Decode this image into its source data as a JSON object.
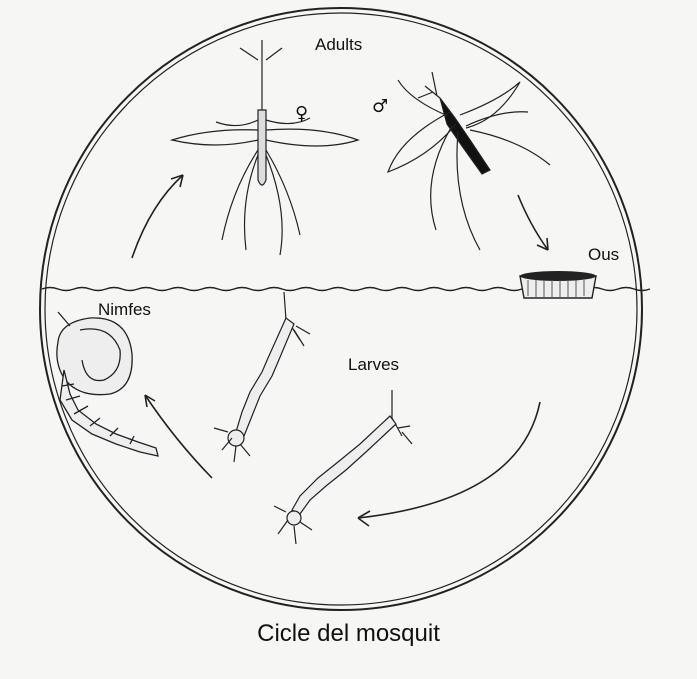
{
  "caption": "Cicle del mosquit",
  "stages": {
    "adults": "Adults",
    "eggs": "Ous",
    "larvae": "Larves",
    "pupae": "Nimfes"
  },
  "symbols": {
    "female": "♀",
    "male": "♂"
  },
  "colors": {
    "background": "#f6f6f4",
    "ink": "#111111"
  }
}
